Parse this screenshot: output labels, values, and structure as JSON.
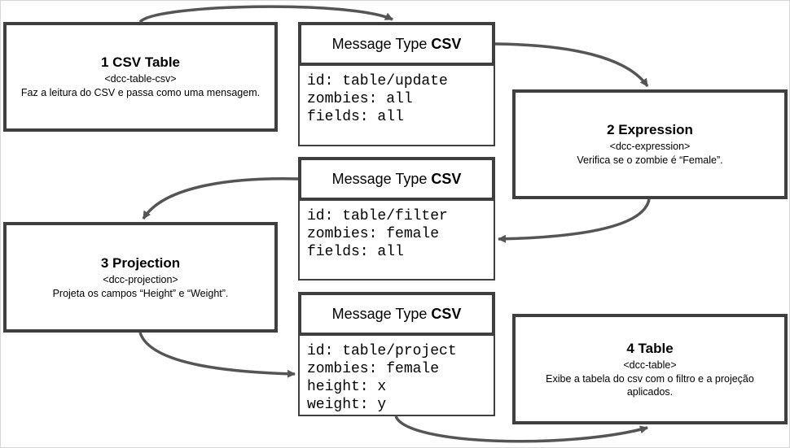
{
  "components": [
    {
      "title": "1 CSV Table",
      "tag": "<dcc-table-csv>",
      "description": "Faz a leitura do CSV e passa como uma mensagem."
    },
    {
      "title": "2 Expression",
      "tag": "<dcc-expression>",
      "description": "Verifica se o zombie é “Female”."
    },
    {
      "title": "3 Projection",
      "tag": "<dcc-projection>",
      "description": "Projeta os campos “Height” e “Weight”."
    },
    {
      "title": "4 Table",
      "tag": "<dcc-table>",
      "description": "Exibe a tabela do csv com o filtro e a projeção aplicados."
    }
  ],
  "messages": [
    {
      "label": "Message Type",
      "type": "CSV",
      "lines": [
        "id: table/update",
        "zombies: all",
        "fields: all"
      ]
    },
    {
      "label": "Message Type",
      "type": "CSV",
      "lines": [
        "id: table/filter",
        "zombies: female",
        "fields: all"
      ]
    },
    {
      "label": "Message Type",
      "type": "CSV",
      "lines": [
        "id: table/project",
        "zombies: female",
        "height: x",
        "weight: y"
      ]
    }
  ]
}
